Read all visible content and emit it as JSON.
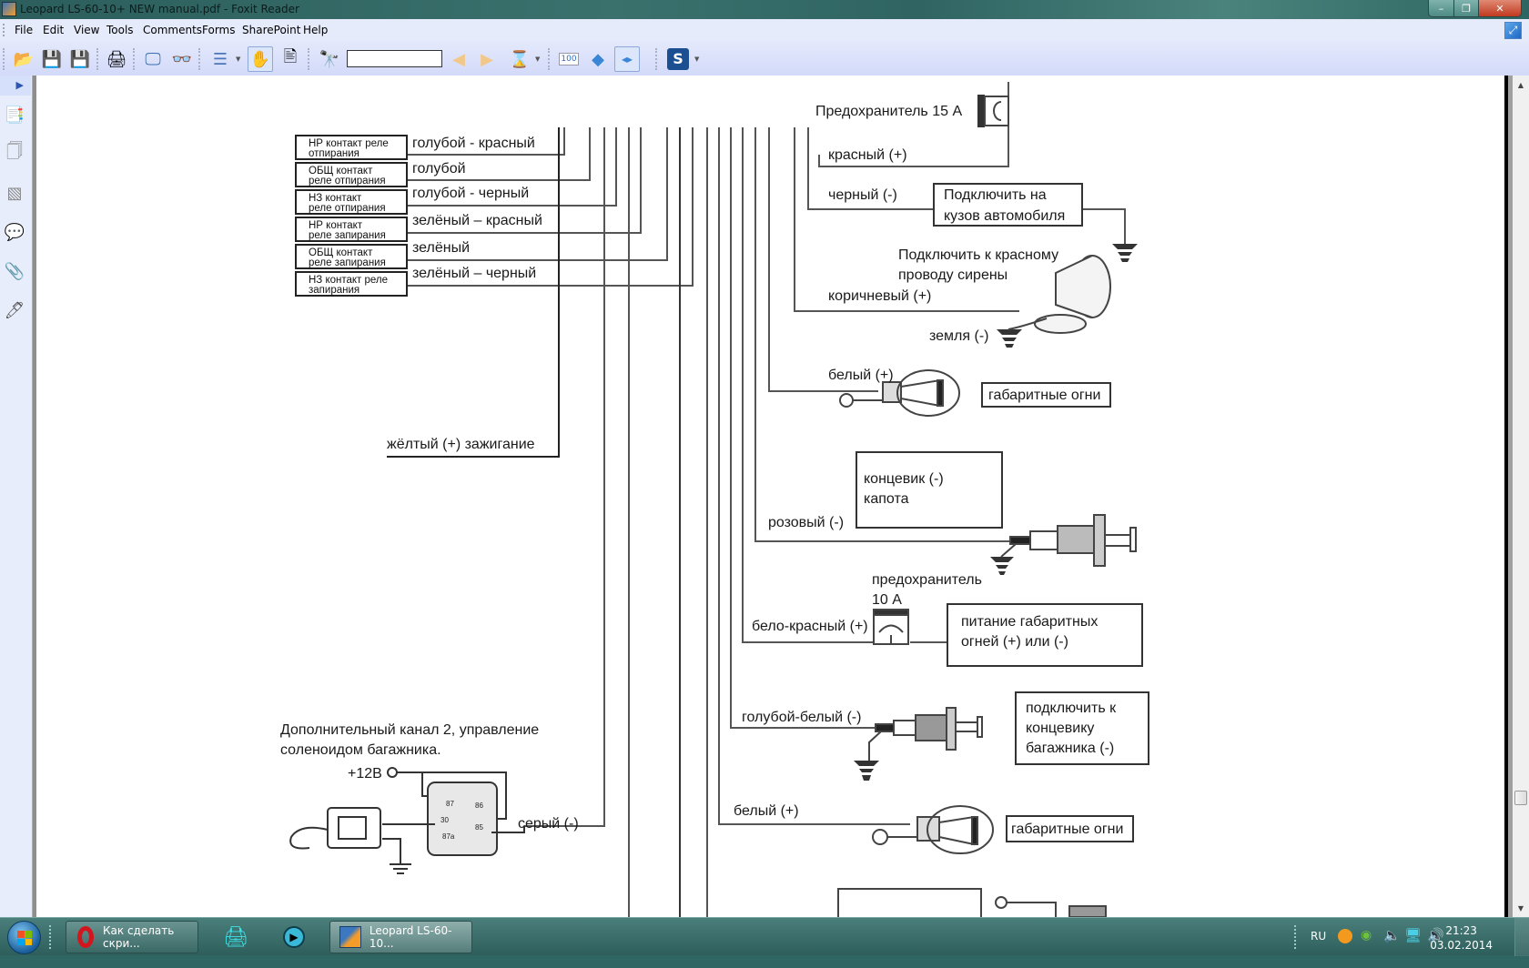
{
  "window": {
    "title": "Leopard LS-60-10+ NEW manual.pdf - Foxit Reader",
    "app_icon": "foxit-reader-icon",
    "buttons": {
      "minimize": "minimize-icon",
      "maximize": "restore-icon",
      "close": "close-icon"
    }
  },
  "menu": {
    "items": [
      "File",
      "Edit",
      "View",
      "Tools",
      "Comments",
      "Forms",
      "SharePoint",
      "Help"
    ],
    "expand_icon": "fullscreen-icon"
  },
  "toolbar": {
    "buttons": [
      {
        "name": "open",
        "icon": "folder-open-icon"
      },
      {
        "name": "save",
        "icon": "save-icon"
      },
      {
        "name": "save-as",
        "icon": "save-as-icon"
      },
      {
        "name": "print",
        "icon": "printer-icon"
      },
      {
        "name": "fullscreen-view",
        "icon": "monitor-icon"
      },
      {
        "name": "reading-mode",
        "icon": "glasses-doc-icon"
      },
      {
        "name": "page-mode",
        "icon": "page-list-icon"
      },
      {
        "name": "hand-tool",
        "icon": "hand-icon",
        "active": true
      },
      {
        "name": "select-text",
        "icon": "text-select-icon"
      },
      {
        "name": "find",
        "icon": "binoculars-icon"
      },
      {
        "name": "find-previous",
        "icon": "find-previous-icon"
      },
      {
        "name": "find-next",
        "icon": "find-next-icon"
      },
      {
        "name": "search-options",
        "icon": "doc-highlight-icon"
      },
      {
        "name": "actual-size",
        "icon": "zoom-100-icon"
      },
      {
        "name": "fit-page",
        "icon": "fit-page-icon"
      },
      {
        "name": "fit-width",
        "icon": "fit-width-icon",
        "active": true
      },
      {
        "name": "sharepoint",
        "icon": "sharepoint-icon"
      }
    ],
    "search_value": ""
  },
  "sidebar": {
    "toggle_icon": "expand-arrow-icon",
    "panels": [
      "bookmarks-icon",
      "pages-icon",
      "layers-icon",
      "comments-icon",
      "attachments-icon",
      "signature-icon"
    ]
  },
  "scrollbar": {
    "position_fraction": 0.88
  },
  "document": {
    "relay_contacts": [
      {
        "box": "НР контакт реле отпирания",
        "wire": "голубой - красный"
      },
      {
        "box": "ОБЩ контакт реле отпирания",
        "wire": "голубой"
      },
      {
        "box": "НЗ контакт реле отпирания",
        "wire": "голубой - черный"
      },
      {
        "box": "НР контакт реле запирания",
        "wire": "зелёный – красный"
      },
      {
        "box": "ОБЩ контакт реле запирания",
        "wire": "зелёный"
      },
      {
        "box": "НЗ контакт реле запирания",
        "wire": "зелёный – черный"
      }
    ],
    "relay_box_lines": [
      [
        "НР контакт реле",
        "отпирания"
      ],
      [
        "ОБЩ контакт",
        "реле отпирания"
      ],
      [
        "НЗ контакт",
        "реле отпирания"
      ],
      [
        "НР контакт",
        "реле запирания"
      ],
      [
        "ОБЩ контакт",
        "реле запирания"
      ],
      [
        "НЗ контакт реле",
        "запирания"
      ]
    ],
    "ignition": "жёлтый  (+) зажигание",
    "fuse15": "Предохранитель  15 А",
    "red_plus": "красный (+)",
    "black_minus": "черный (-)",
    "body_box": [
      "Подключить  на",
      "кузов  автомобиля"
    ],
    "siren_note": [
      "Подключить к красному",
      "проводу сирены"
    ],
    "brown_plus": "коричневый (+)",
    "ground_minus": "земля (-)",
    "white_plus_1": "белый (+)",
    "parking_lights_1": "габаритные огни",
    "hood_box": [
      "концевик (-)",
      "капота"
    ],
    "pink_minus": "розовый (-)",
    "fuse10": [
      "предохранитель",
      "10 А"
    ],
    "white_red_plus": "бело-красный (+)",
    "parking_power_box": [
      "питание габаритных",
      "огней (+) или (-)"
    ],
    "blue_white_minus": "голубой-белый (-)",
    "trunk_box": [
      "подключить к",
      "концевику",
      "багажника (-)"
    ],
    "white_plus_2": "белый (+)",
    "parking_lights_2": "габаритные огни",
    "channel2": [
      "Дополнительный канал 2, управление",
      "соленоидом багажника."
    ],
    "plus12": "+12В",
    "grey_minus": "серый (-)",
    "relay_pins": [
      "87",
      "86",
      "30",
      "85",
      "87a"
    ]
  },
  "taskbar": {
    "start_icon": "windows-start-icon",
    "items": [
      {
        "label": "Как сделать скри...",
        "icon": "opera-icon",
        "active": false
      },
      {
        "label": "",
        "icon": "printer-app-icon",
        "active": false
      },
      {
        "label": "",
        "icon": "media-player-icon",
        "active": false
      },
      {
        "label": "Leopard LS-60-10...",
        "icon": "foxit-reader-icon",
        "active": true
      }
    ],
    "language": "RU",
    "tray_icons": [
      "avast-icon",
      "nvidia-icon",
      "speaker-muted-icon",
      "network-icon",
      "volume-icon"
    ],
    "time": "21:23",
    "date": "03.02.2014"
  }
}
